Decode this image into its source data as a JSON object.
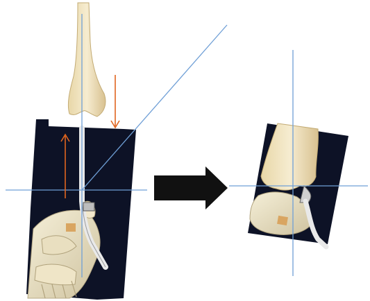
{
  "colors": {
    "background": "#ffffff",
    "photo_backdrop": "#0d1226",
    "bone": "#f2e6c4",
    "bone_shade": "#d9c49a",
    "guide_line": "#6f9fd6",
    "arrow_orange": "#e0641e",
    "big_arrow": "#111111",
    "wire": "#eeeeee"
  },
  "panels": {
    "left": {
      "description_icon": "foot-xray-photo-with-tibia-overlay"
    },
    "right": {
      "description_icon": "corrected-ankle-photo"
    }
  },
  "arrows": {
    "orange_count": 2,
    "transition_arrow": "right-arrow-icon"
  }
}
